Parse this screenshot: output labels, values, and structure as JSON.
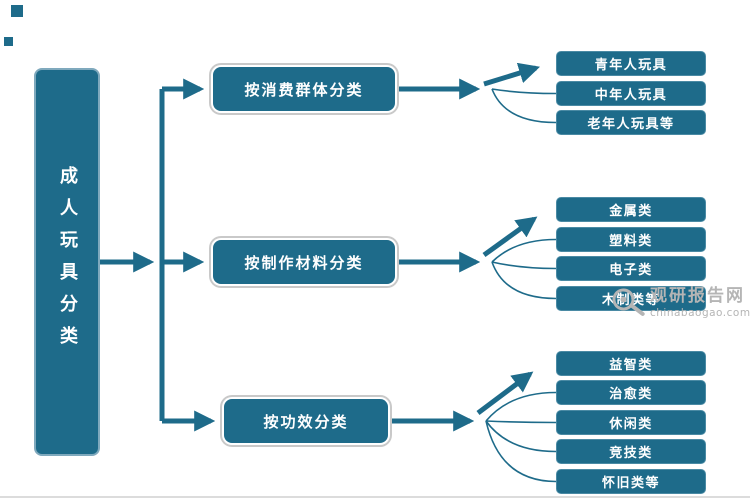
{
  "root": {
    "label": "成人玩具分类"
  },
  "branches": [
    {
      "label": "按消费群体分类",
      "children": [
        "青年人玩具",
        "中年人玩具",
        "老年人玩具等"
      ]
    },
    {
      "label": "按制作材料分类",
      "children": [
        "金属类",
        "塑料类",
        "电子类",
        "木制类等"
      ]
    },
    {
      "label": "按功效分类",
      "children": [
        "益智类",
        "治愈类",
        "休闲类",
        "竞技类",
        "怀旧类等"
      ]
    }
  ],
  "watermark": {
    "brand": "观研报告网",
    "domain": "chinabaogao.com"
  },
  "colors": {
    "node": "#1e6b8a",
    "arrow": "#1e6b8a",
    "wm": "#b5b5b5"
  }
}
